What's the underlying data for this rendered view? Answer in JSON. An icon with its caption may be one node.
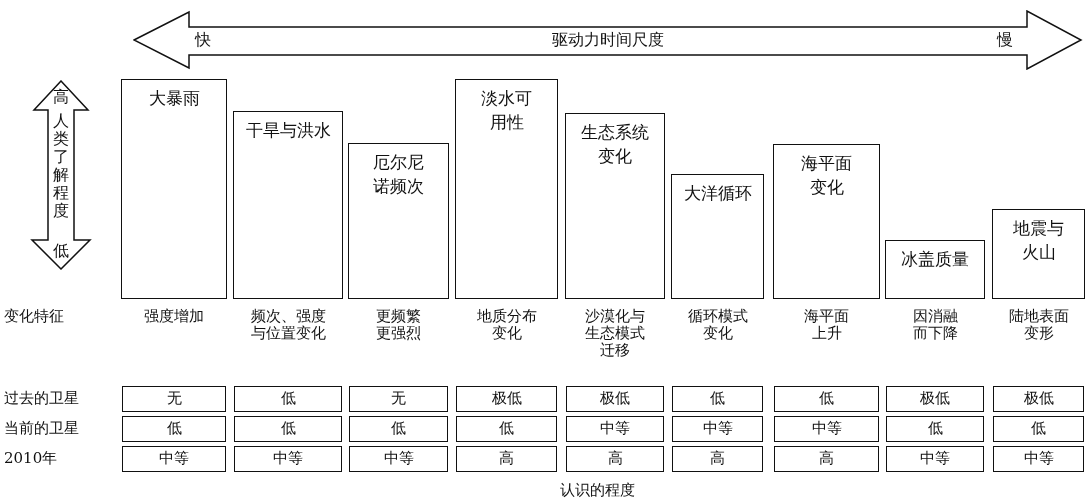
{
  "diagram": {
    "nodes": [
      {
        "text": [
          "快",
          "驱动力时间尺度",
          "慢"
        ]
      },
      {
        "text": [
          "高",
          "人类了解程度",
          "低"
        ]
      },
      {
        "text": [
          "大暴雨"
        ]
      },
      {
        "text": [
          "干旱与洪水"
        ]
      },
      {
        "text": [
          "厄尔尼诺频次"
        ]
      },
      {
        "text": [
          "淡水可用性"
        ]
      },
      {
        "text": [
          "生态系统变化"
        ]
      },
      {
        "text": [
          "大洋循环"
        ]
      },
      {
        "text": [
          "海平面变化"
        ]
      },
      {
        "text": [
          "冰盖质量"
        ]
      },
      {
        "text": [
          "地震与火山"
        ]
      },
      {
        "text": [
          "无"
        ]
      },
      {
        "text": [
          "低"
        ]
      },
      {
        "text": [
          "无"
        ]
      },
      {
        "text": [
          "极低"
        ]
      },
      {
        "text": [
          "极低"
        ]
      },
      {
        "text": [
          "低"
        ]
      },
      {
        "text": [
          "低"
        ]
      },
      {
        "text": [
          "极低"
        ]
      },
      {
        "text": [
          "极低"
        ]
      },
      {
        "text": [
          "低"
        ]
      },
      {
        "text": [
          "低"
        ]
      },
      {
        "text": [
          "低"
        ]
      },
      {
        "text": [
          "低"
        ]
      },
      {
        "text": [
          "中等"
        ]
      },
      {
        "text": [
          "中等"
        ]
      },
      {
        "text": [
          "中等"
        ]
      },
      {
        "text": [
          "低"
        ]
      },
      {
        "text": [
          "低"
        ]
      },
      {
        "text": [
          "中等"
        ]
      },
      {
        "text": [
          "中等"
        ]
      },
      {
        "text": [
          "中等"
        ]
      },
      {
        "text": [
          "高"
        ]
      },
      {
        "text": [
          "高"
        ]
      },
      {
        "text": [
          "高"
        ]
      },
      {
        "text": [
          "高"
        ]
      },
      {
        "text": [
          "中等"
        ]
      },
      {
        "text": [
          "中等"
        ]
      }
    ],
    "labels": [
      "变化特征",
      "强度增加",
      "频次、强度与位置变化",
      "更频繁更强烈",
      "地质分布变化",
      "沙漠化与生态模式迁移",
      "循环模式变化",
      "海平面上升",
      "因消融而下降",
      "陆地表面变形",
      "过去的卫星",
      "当前的卫星",
      "2010年",
      "认识的程度"
    ]
  }
}
